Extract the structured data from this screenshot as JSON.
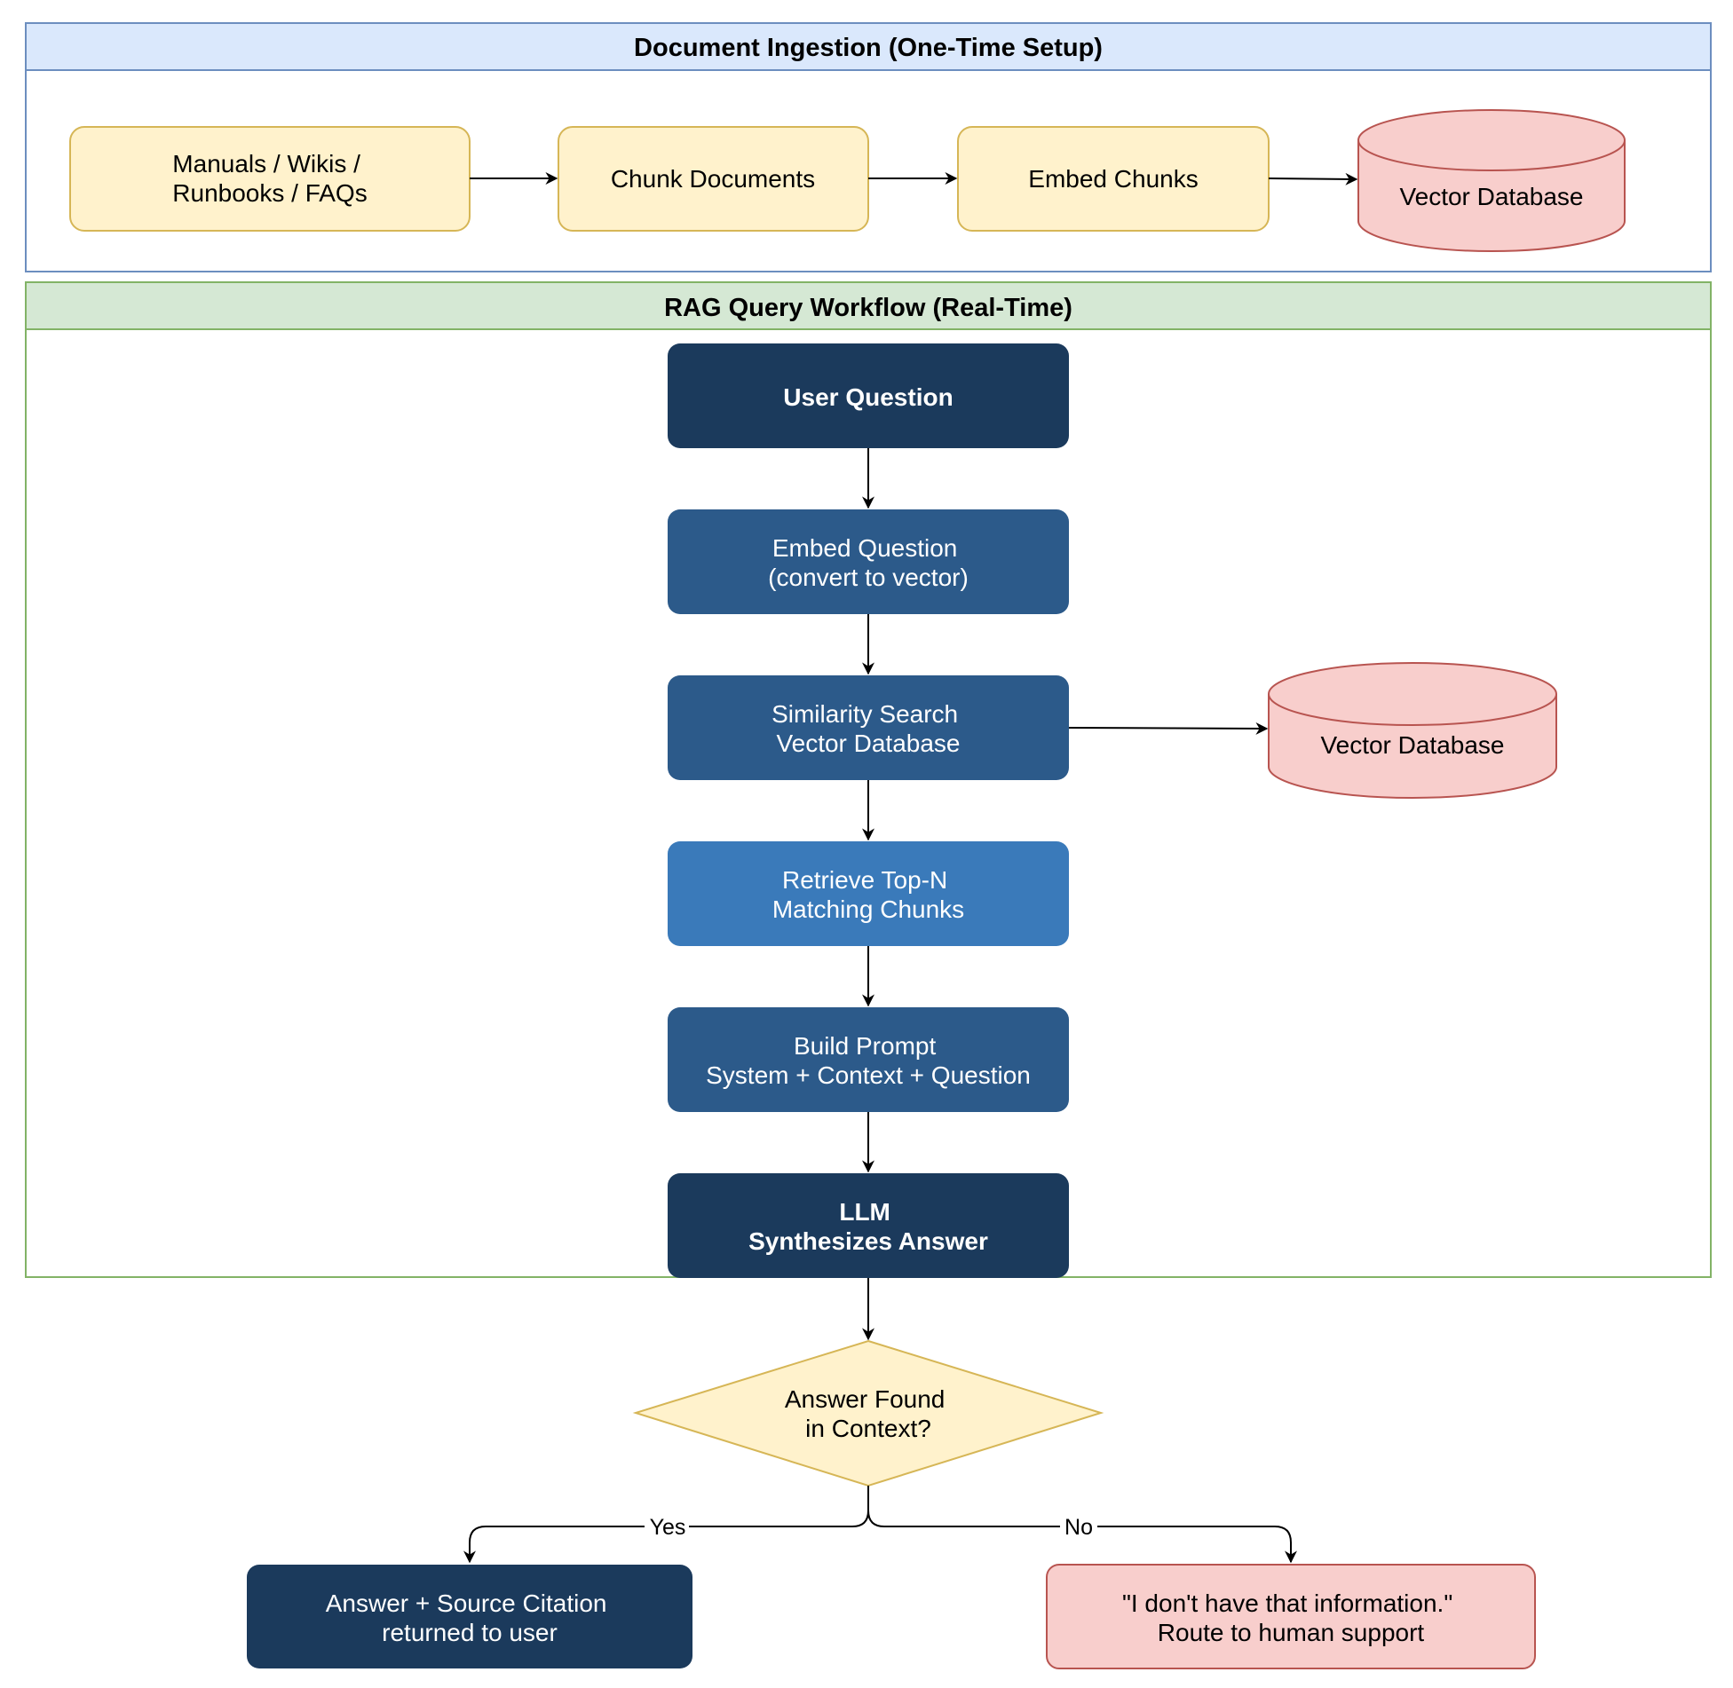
{
  "ingestion": {
    "title": "Document Ingestion (One-Time Setup)",
    "sources": [
      "Manuals / Wikis /",
      "Runbooks / FAQs"
    ],
    "chunk": "Chunk Documents",
    "embed": "Embed Chunks",
    "vector_db": "Vector Database"
  },
  "query": {
    "title": "RAG Query Workflow (Real-Time)",
    "user_question": "User Question",
    "embed_question": [
      "Embed Question",
      "(convert to vector)"
    ],
    "similarity_search": [
      "Similarity Search",
      "Vector Database"
    ],
    "vector_db": "Vector Database",
    "retrieve": [
      "Retrieve Top-N",
      "Matching Chunks"
    ],
    "build_prompt": [
      "Build Prompt",
      "System + Context + Question"
    ],
    "llm": [
      "LLM",
      "Synthesizes Answer"
    ]
  },
  "decision": {
    "question": [
      "Answer Found",
      "in Context?"
    ],
    "yes_label": "Yes",
    "no_label": "No",
    "yes_result": [
      "Answer + Source Citation",
      "returned to user"
    ],
    "no_result": [
      "\"I don't have that information.\"",
      "Route to human support"
    ]
  },
  "colors": {
    "ingestion_header": "#dae8fc",
    "ingestion_border": "#6c8ebf",
    "query_header": "#d5e8d4",
    "query_border": "#82b366",
    "yellow_fill": "#fff2cc",
    "yellow_border": "#d6b656",
    "red_fill": "#f8cecc",
    "red_border": "#b85450",
    "dark_navy": "#1b3a5c",
    "mid_blue": "#2c5a8a",
    "light_blue": "#3a7aba"
  }
}
